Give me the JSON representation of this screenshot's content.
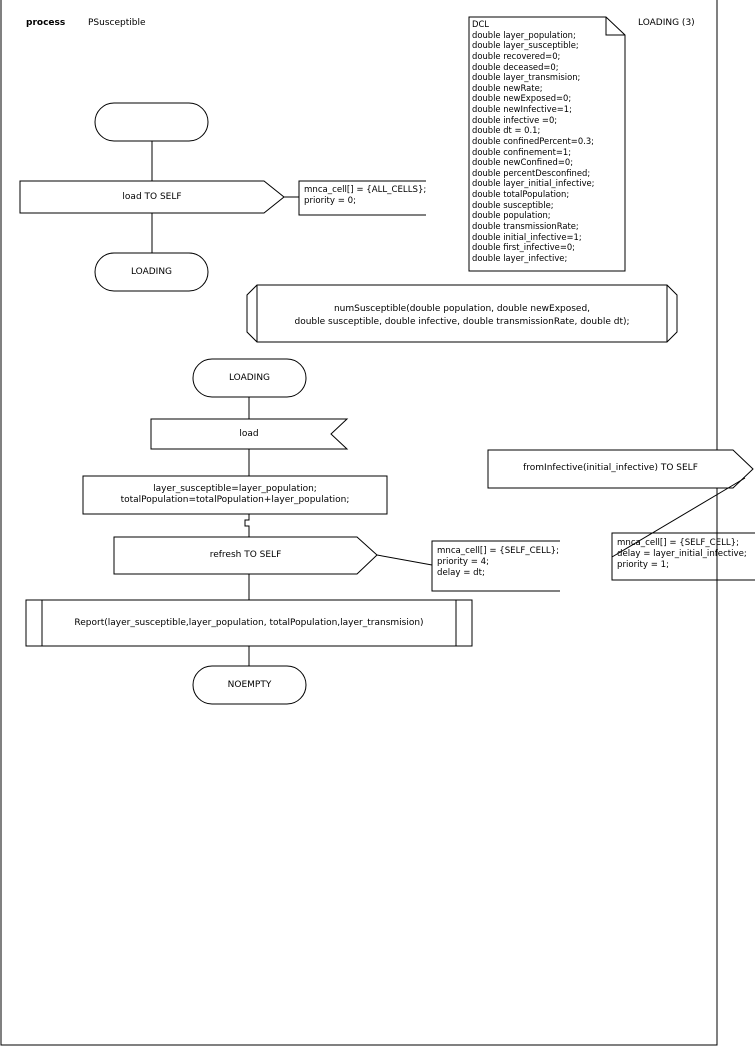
{
  "header": {
    "process_keyword": "process",
    "process_name": "PSusceptible",
    "page_label": "LOADING (3)"
  },
  "dcl": {
    "lines": [
      "DCL",
      "double layer_population;",
      "double layer_susceptible;",
      "double recovered=0;",
      "double deceased=0;",
      "double layer_transmision;",
      "double newRate;",
      "double newExposed=0;",
      "double newInfective=1;",
      "double infective =0;",
      "double dt = 0.1;",
      "double confinedPercent=0.3;",
      "double confinement=1;",
      "double newConfined=0;",
      "double percentDesconfined;",
      "double layer_initial_infective;",
      "double totalPopulation;",
      "double susceptible;",
      "double population;",
      "double transmissionRate;",
      "double initial_infective=1;",
      "double first_infective=0;",
      "double layer_infective;"
    ]
  },
  "start_flow": {
    "start_label": "",
    "output_label": "load TO SELF",
    "output_note": [
      "mnca_cell[] = {ALL_CELLS};",
      "priority = 0;"
    ],
    "state_label": "LOADING"
  },
  "procedure": {
    "lines": [
      "numSusceptible(double population, double newExposed,",
      "double susceptible, double infective, double transmissionRate, double dt);"
    ]
  },
  "main_flow": {
    "state_label": "LOADING",
    "input_label": "load",
    "task_lines": [
      "layer_susceptible=layer_population;",
      "totalPopulation=totalPopulation+layer_population;"
    ],
    "output_label": "refresh TO SELF",
    "output_note": [
      "mnca_cell[] = {SELF_CELL};",
      "priority = 4;",
      "delay = dt;"
    ],
    "call_label": "Report(layer_susceptible,layer_population, totalPopulation,layer_transmision)",
    "next_state_label": "NOEMPTY"
  },
  "side_flow": {
    "output_label": "fromInfective(initial_infective) TO SELF",
    "output_note": [
      "mnca_cell[] = {SELF_CELL};",
      "delay = layer_initial_infective;",
      "priority = 1;"
    ]
  }
}
